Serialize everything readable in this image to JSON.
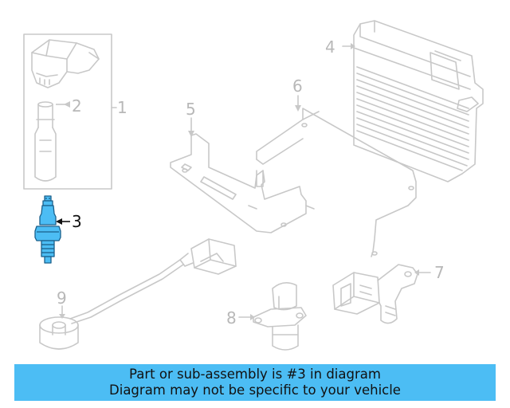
{
  "callouts": [
    {
      "id": "1",
      "label": "1"
    },
    {
      "id": "2",
      "label": "2"
    },
    {
      "id": "3",
      "label": "3"
    },
    {
      "id": "4",
      "label": "4"
    },
    {
      "id": "5",
      "label": "5"
    },
    {
      "id": "6",
      "label": "6"
    },
    {
      "id": "7",
      "label": "7"
    },
    {
      "id": "8",
      "label": "8"
    },
    {
      "id": "9",
      "label": "9"
    }
  ],
  "highlighted_part": "3",
  "banner": {
    "line1": "Part or sub-assembly is #3 in diagram",
    "line2": "Diagram may not be specific to your vehicle"
  },
  "colors": {
    "line": "#c4c4c4",
    "highlight_fill": "#4cbdf4",
    "highlight_stroke": "#1a5f8a",
    "banner_bg": "#4cbdf4"
  }
}
